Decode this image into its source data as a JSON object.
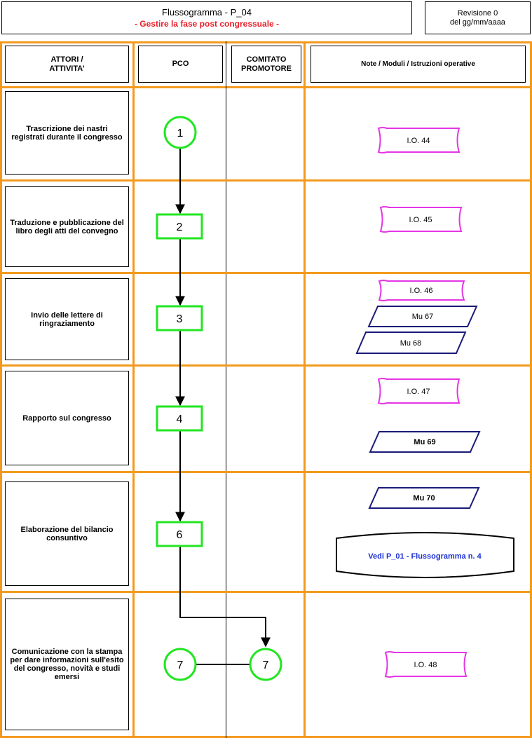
{
  "header": {
    "title": "Flussogramma - P_04",
    "subtitle": "- Gestire la fase post congressuale -",
    "revision_line1": "Revisione 0",
    "revision_line2": "del gg/mm/aaaa"
  },
  "columns": {
    "actors": "ATTORI / ATTIVITA’",
    "pco": "PCO",
    "committee": "COMITATO PROMOTORE",
    "notes": "Note / Moduli / Istruzioni operative"
  },
  "activities": [
    "Trascrizione dei nastri registrati durante il congresso",
    "Traduzione e  pubblicazione del libro degli atti del convegno",
    "Invio delle lettere di ringraziamento",
    "Rapporto sul congresso",
    "Elaborazione del bilancio consuntivo",
    "Comunicazione con la stampa per dare informazioni sull'esito del congresso, novità e studi emersi"
  ],
  "steps": {
    "s1": "1",
    "s2": "2",
    "s3": "3",
    "s4": "4",
    "s6": "6",
    "s7a": "7",
    "s7b": "7"
  },
  "notes": {
    "io44": "I.O. 44",
    "io45": "I.O. 45",
    "io46": "I.O. 46",
    "mu67": "Mu  67",
    "mu68": "Mu  68",
    "io47": "I.O. 47",
    "mu69": "Mu  69",
    "mu70": "Mu  70",
    "ref": "Vedi P_01 - Flussogramma n. 4",
    "io48": "I.O. 48"
  },
  "colors": {
    "lane_border": "#f39a1e",
    "step_green": "#22e622",
    "doc_magenta": "#e535e5",
    "data_navy": "#1a1a7a",
    "ref_blue": "#1a2fd6",
    "subtitle_red": "#e8212b"
  }
}
